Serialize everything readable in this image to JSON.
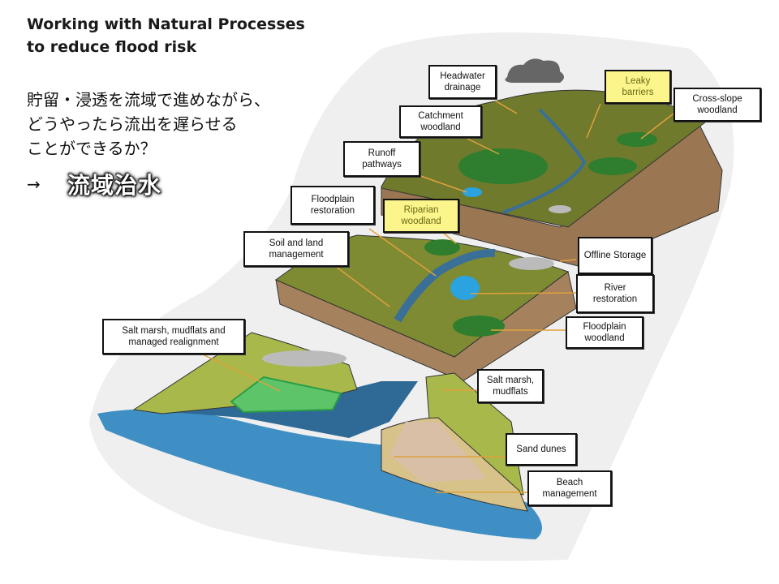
{
  "slide": {
    "title_lines": [
      "Working with Natural Processes",
      "to reduce flood risk"
    ],
    "question_lines": [
      "貯留・浸透を流域で進めながら、",
      "どうやったら流出を遅らせる",
      "ことができるか？"
    ],
    "arrow": "→",
    "answer": "流域治水"
  },
  "diagram": {
    "labels": {
      "headwater_drainage": "Headwater drainage",
      "leaky_barriers": "Leaky barriers",
      "cross_slope_woodland": "Cross-slope woodland",
      "catchment_woodland": "Catchment woodland",
      "runoff_pathways": "Runoff pathways",
      "floodplain_restoration": "Floodplain restoration",
      "riparian_woodland": "Riparian woodland",
      "soil_land_management": "Soil and land management",
      "offline_storage": "Offline Storage",
      "river_restoration": "River restoration",
      "floodplain_woodland": "Floodplain woodland",
      "salt_marsh_managed_realignment": "Salt marsh, mudflats and managed realignment",
      "salt_marsh_mudflats": "Salt marsh, mudflats",
      "sand_dunes": "Sand dunes",
      "beach_management": "Beach management"
    },
    "colors": {
      "upland_grass": "#6f7a2c",
      "lowland_grass": "#a9b84a",
      "soil": "#a5825d",
      "river": "#3a6f97",
      "sea": "#3f8fc4",
      "woodland": "#2f7d2f",
      "pond": "#2aa3e0",
      "highlight": "#fbf58c",
      "leader_line": "#e0a13d"
    }
  }
}
